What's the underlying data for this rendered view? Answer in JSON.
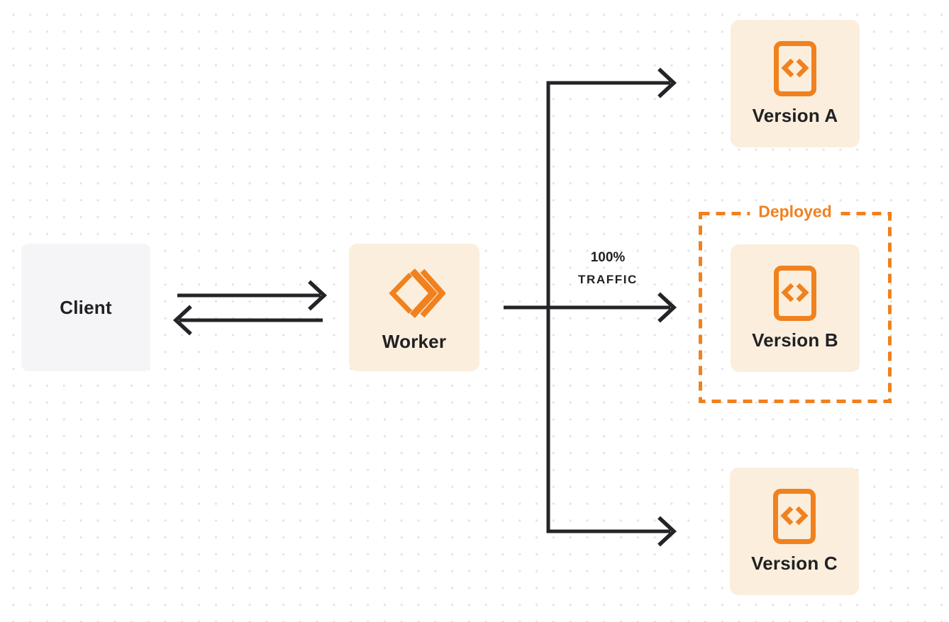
{
  "nodes": {
    "client": {
      "label": "Client"
    },
    "worker": {
      "label": "Worker"
    },
    "version_a": {
      "label": "Version A"
    },
    "version_b": {
      "label": "Version B"
    },
    "version_c": {
      "label": "Version C"
    }
  },
  "deployed": {
    "label": "Deployed"
  },
  "traffic": {
    "line1": "100%",
    "line2": "TRAFFIC"
  },
  "icons": {
    "worker_logo": "cloudflare-workers-icon",
    "version_icon": "code-file-icon"
  },
  "colors": {
    "accent_orange": "#F0811F",
    "node_cream": "#FBEEDC",
    "client_gray": "#F5F5F7",
    "line_dark": "#232427",
    "grid_dot": "#E4E4E6",
    "background": "#FFFFFF",
    "text_dark": "#202124"
  }
}
